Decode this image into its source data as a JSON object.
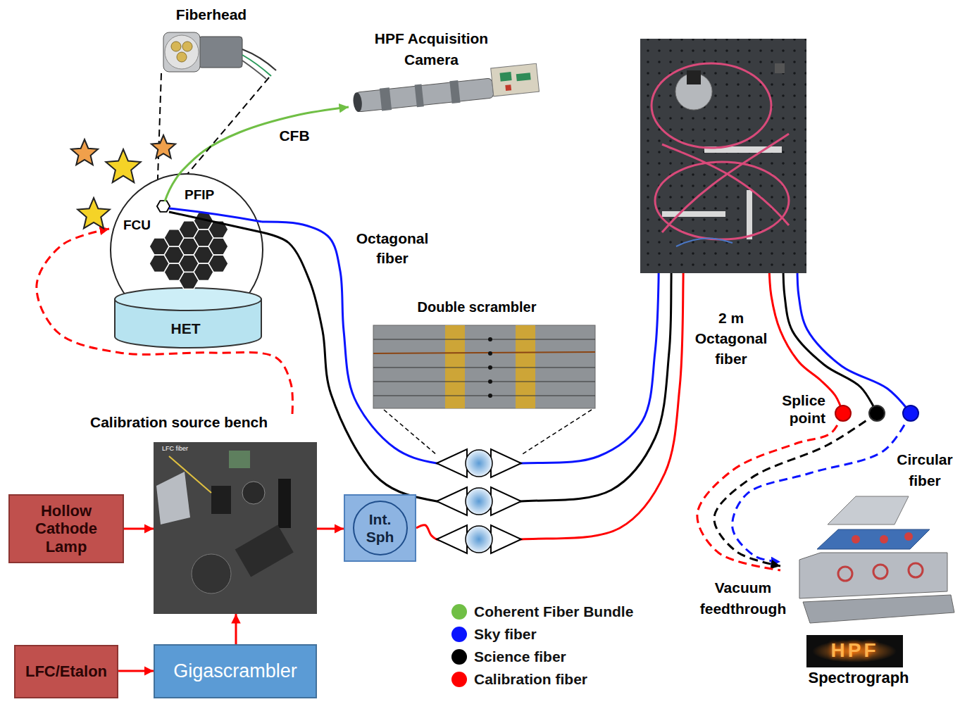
{
  "diagram": {
    "nodes": [
      {
        "text": [
          "HPF Acquisition Camera"
        ]
      },
      {
        "text": [
          "HET"
        ]
      },
      {
        "text": [
          "Calibration source bench"
        ]
      },
      {
        "text": [
          "Hollow Cathode Lamp"
        ]
      },
      {
        "text": [
          "Int. Sph"
        ]
      },
      {
        "text": [
          "LFC/Etalon"
        ]
      },
      {
        "text": [
          "Gigascrambler"
        ]
      },
      {
        "text": [
          "Spectrograph"
        ]
      }
    ],
    "edges": [
      {
        "from": 3,
        "to": 2,
        "arrow": "to"
      },
      {
        "from": 5,
        "to": 6,
        "arrow": "to"
      },
      {
        "from": 6,
        "to": 2,
        "arrow": "to"
      },
      {
        "from": 2,
        "to": 4,
        "arrow": "to"
      },
      {
        "from": 2,
        "to": 1,
        "arrow": "to"
      },
      {
        "from": 1,
        "to": 0,
        "label": "CFB",
        "arrow": "to"
      },
      {
        "from": 1,
        "to": 7,
        "label": "Octagonal fiber",
        "arrow": "to"
      },
      {
        "from": 1,
        "to": 7,
        "arrow": "to"
      },
      {
        "from": 4,
        "to": 7,
        "arrow": "none"
      }
    ],
    "labels": [
      "Fiberhead",
      "PFIP",
      "FCU",
      "Double scrambler",
      "2 m Octagonal fiber",
      "Splice point",
      "Circular fiber",
      "Vacuum feedthrough",
      "LFC fiber",
      "HPF"
    ],
    "legend": [
      {
        "text": "Coherent Fiber Bundle",
        "color": "#70bf45"
      },
      {
        "text": "Sky fiber",
        "color": "#0a14ff"
      },
      {
        "text": "Science fiber",
        "color": "#000000"
      },
      {
        "text": "Calibration fiber",
        "color": "#ff0000"
      }
    ]
  }
}
